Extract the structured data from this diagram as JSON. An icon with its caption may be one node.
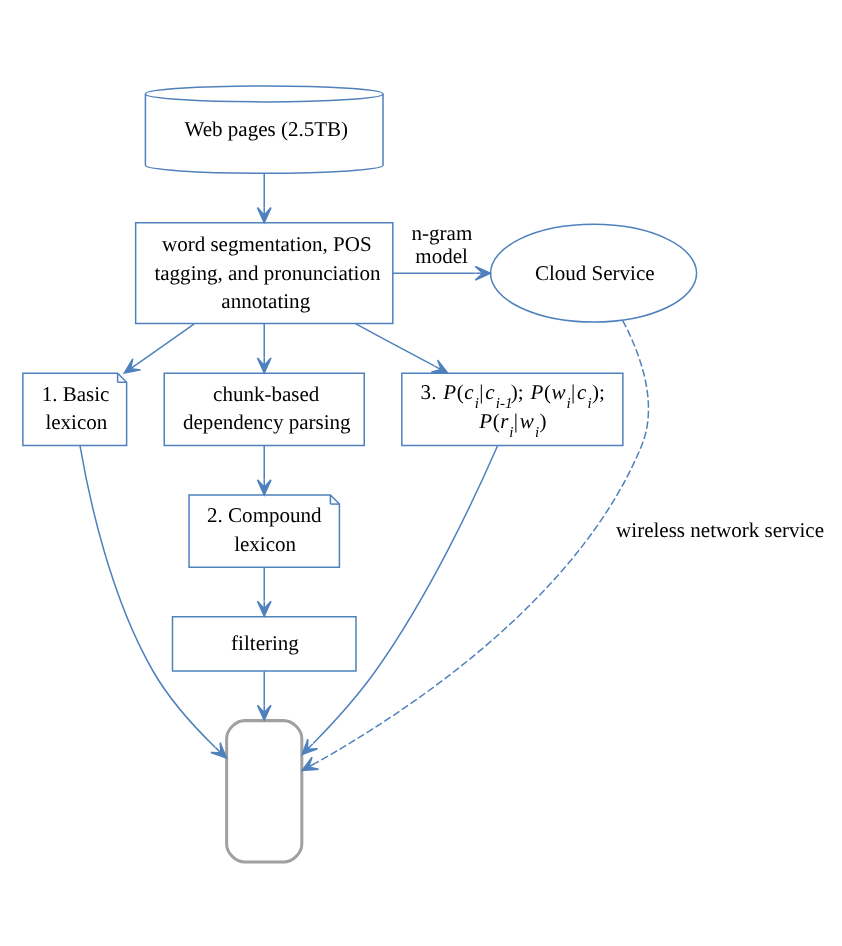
{
  "diagram": {
    "nodes": [
      {
        "text": [
          "Web pages (2.5TB)"
        ]
      },
      {
        "text": [
          "word segmentation, POS tagging, and pronunciation annotating"
        ]
      },
      {
        "text": [
          "Cloud Service"
        ]
      },
      {
        "text": [
          "1. Basic lexicon"
        ]
      },
      {
        "text": [
          "chunk-based dependency parsing"
        ]
      },
      {
        "text": [
          "3. *P*(*c*$_{i}$|*c*$_{i-1}$); *P*(*w*$_{i}$|*c*$_{i}$); *P*(*r*$_{i}$|*w*$_{i}$)"
        ]
      },
      {
        "text": [
          "2. Compound lexicon"
        ]
      },
      {
        "text": [
          "filtering"
        ]
      },
      {
        "text": [],
        "shape": "phone"
      }
    ],
    "edges": [
      {
        "from": 0,
        "to": 1,
        "arrow": "to"
      },
      {
        "from": 1,
        "to": 2,
        "arrow": "to",
        "label": "n-gram model"
      },
      {
        "from": 1,
        "to": 3,
        "arrow": "to"
      },
      {
        "from": 1,
        "to": 4,
        "arrow": "to"
      },
      {
        "from": 1,
        "to": 5,
        "arrow": "to"
      },
      {
        "from": 4,
        "to": 6,
        "arrow": "to"
      },
      {
        "from": 6,
        "to": 7,
        "arrow": "to"
      },
      {
        "from": 3,
        "to": 8,
        "arrow": "to"
      },
      {
        "from": 7,
        "to": 8,
        "arrow": "to"
      },
      {
        "from": 5,
        "to": 8,
        "arrow": "to"
      },
      {
        "from": 2,
        "to": 8,
        "arrow": "to",
        "style": "dashed",
        "label": "wireless network service"
      }
    ]
  }
}
